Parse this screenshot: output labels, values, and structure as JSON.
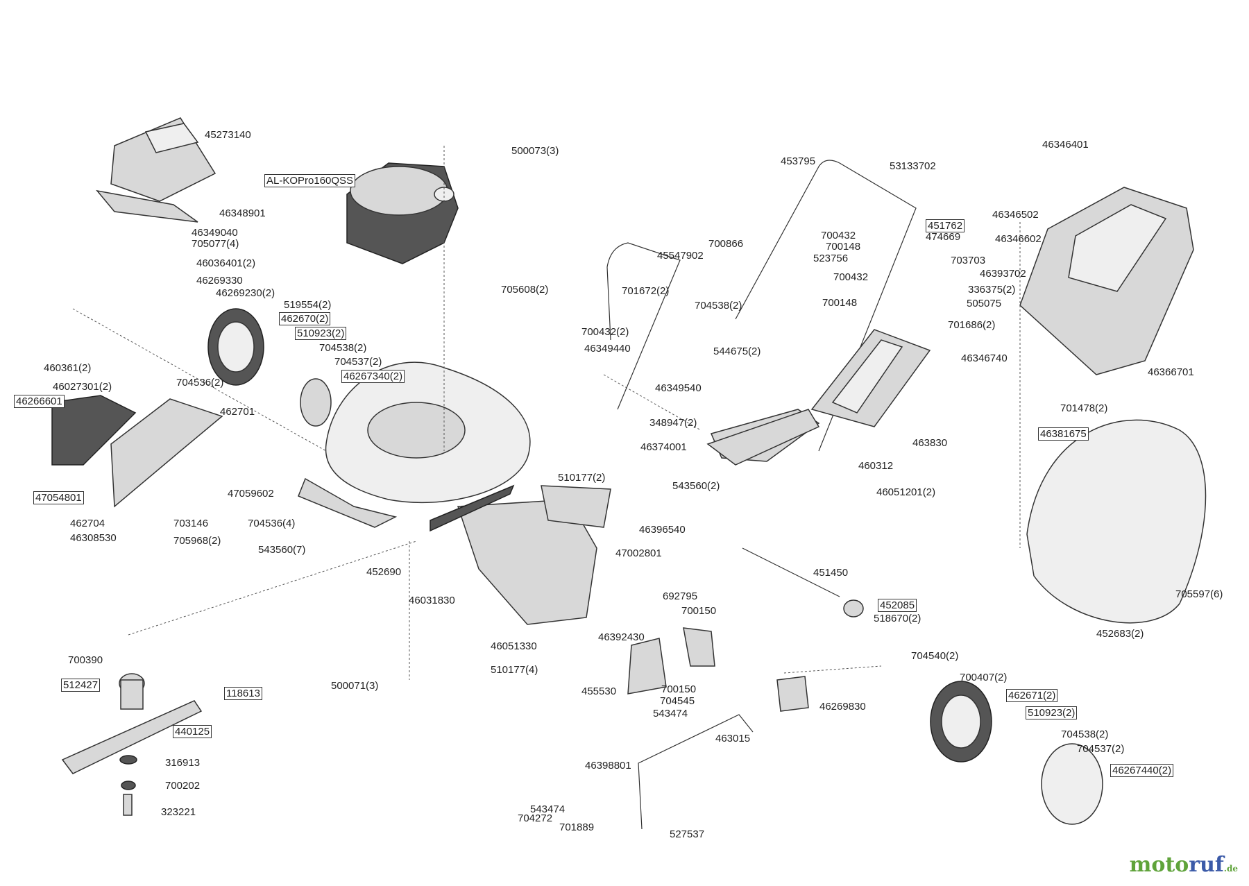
{
  "parts": [
    {
      "id": "p01",
      "text": "45273140"
    },
    {
      "id": "p02",
      "text": "AL-KOPro160QSS",
      "boxed": true
    },
    {
      "id": "p03",
      "text": "500073(3)"
    },
    {
      "id": "p04",
      "text": "46348901"
    },
    {
      "id": "p05",
      "text": "46349040"
    },
    {
      "id": "p06",
      "text": "705077(4)"
    },
    {
      "id": "p07",
      "text": "46036401(2)"
    },
    {
      "id": "p08",
      "text": "46269330"
    },
    {
      "id": "p09",
      "text": "46269230(2)"
    },
    {
      "id": "p10",
      "text": "519554(2)"
    },
    {
      "id": "p11",
      "text": "462670(2)",
      "boxed": true
    },
    {
      "id": "p12",
      "text": "510923(2)",
      "boxed": true
    },
    {
      "id": "p13",
      "text": "704538(2)"
    },
    {
      "id": "p14",
      "text": "704537(2)"
    },
    {
      "id": "p15",
      "text": "46267340(2)",
      "boxed": true
    },
    {
      "id": "p16",
      "text": "460361(2)"
    },
    {
      "id": "p17",
      "text": "46027301(2)"
    },
    {
      "id": "p18",
      "text": "704536(2)"
    },
    {
      "id": "p19",
      "text": "46266601",
      "boxed": true
    },
    {
      "id": "p20",
      "text": "462701"
    },
    {
      "id": "p21",
      "text": "47054801",
      "boxed": true
    },
    {
      "id": "p22",
      "text": "462704"
    },
    {
      "id": "p23",
      "text": "46308530"
    },
    {
      "id": "p24",
      "text": "703146"
    },
    {
      "id": "p25",
      "text": "705968(2)"
    },
    {
      "id": "p26",
      "text": "47059602"
    },
    {
      "id": "p27",
      "text": "704536(4)"
    },
    {
      "id": "p28",
      "text": "543560(7)"
    },
    {
      "id": "p29",
      "text": "452690"
    },
    {
      "id": "p30",
      "text": "510177(2)"
    },
    {
      "id": "p31",
      "text": "543560(2)"
    },
    {
      "id": "p32",
      "text": "46396540"
    },
    {
      "id": "p33",
      "text": "47002801"
    },
    {
      "id": "p34",
      "text": "46031830"
    },
    {
      "id": "p35",
      "text": "46051330"
    },
    {
      "id": "p36",
      "text": "46392430"
    },
    {
      "id": "p37",
      "text": "510177(4)"
    },
    {
      "id": "p38",
      "text": "500071(3)"
    },
    {
      "id": "p39",
      "text": "700390"
    },
    {
      "id": "p40",
      "text": "512427",
      "boxed": true
    },
    {
      "id": "p41",
      "text": "118613",
      "boxed": true
    },
    {
      "id": "p42",
      "text": "440125",
      "boxed": true
    },
    {
      "id": "p43",
      "text": "316913"
    },
    {
      "id": "p44",
      "text": "700202"
    },
    {
      "id": "p45",
      "text": "323221"
    },
    {
      "id": "p46",
      "text": "45547902"
    },
    {
      "id": "p47",
      "text": "705608(2)"
    },
    {
      "id": "p48",
      "text": "701672(2)"
    },
    {
      "id": "p49",
      "text": "704538(2)"
    },
    {
      "id": "p50",
      "text": "700432(2)"
    },
    {
      "id": "p51",
      "text": "46349440"
    },
    {
      "id": "p52",
      "text": "544675(2)"
    },
    {
      "id": "p53",
      "text": "46349540"
    },
    {
      "id": "p54",
      "text": "348947(2)"
    },
    {
      "id": "p55",
      "text": "46374001"
    },
    {
      "id": "p56",
      "text": "453795"
    },
    {
      "id": "p57",
      "text": "53133702"
    },
    {
      "id": "p58",
      "text": "700866"
    },
    {
      "id": "p59",
      "text": "700432"
    },
    {
      "id": "p60",
      "text": "700148"
    },
    {
      "id": "p61",
      "text": "451762",
      "boxed": true
    },
    {
      "id": "p62",
      "text": "474669"
    },
    {
      "id": "p63",
      "text": "523756"
    },
    {
      "id": "p64",
      "text": "703703"
    },
    {
      "id": "p65",
      "text": "700432"
    },
    {
      "id": "p66",
      "text": "700148"
    },
    {
      "id": "p67",
      "text": "46346740"
    },
    {
      "id": "p68",
      "text": "463830"
    },
    {
      "id": "p69",
      "text": "460312"
    },
    {
      "id": "p70",
      "text": "46051201(2)"
    },
    {
      "id": "p71",
      "text": "46346401"
    },
    {
      "id": "p72",
      "text": "46346502"
    },
    {
      "id": "p73",
      "text": "46346602"
    },
    {
      "id": "p74",
      "text": "46393702"
    },
    {
      "id": "p75",
      "text": "336375(2)"
    },
    {
      "id": "p76",
      "text": "505075"
    },
    {
      "id": "p77",
      "text": "701686(2)"
    },
    {
      "id": "p78",
      "text": "46366701"
    },
    {
      "id": "p79",
      "text": "701478(2)"
    },
    {
      "id": "p80",
      "text": "46381675",
      "boxed": true
    },
    {
      "id": "p81",
      "text": "451450"
    },
    {
      "id": "p82",
      "text": "452085",
      "boxed": true
    },
    {
      "id": "p83",
      "text": "518670(2)"
    },
    {
      "id": "p84",
      "text": "692795"
    },
    {
      "id": "p85",
      "text": "700150"
    },
    {
      "id": "p86",
      "text": "705597(6)"
    },
    {
      "id": "p87",
      "text": "452683(2)"
    },
    {
      "id": "p88",
      "text": "704540(2)"
    },
    {
      "id": "p89",
      "text": "700407(2)"
    },
    {
      "id": "p90",
      "text": "462671(2)",
      "boxed": true
    },
    {
      "id": "p91",
      "text": "510923(2)",
      "boxed": true
    },
    {
      "id": "p92",
      "text": "455530"
    },
    {
      "id": "p93",
      "text": "700150"
    },
    {
      "id": "p94",
      "text": "704545"
    },
    {
      "id": "p95",
      "text": "543474"
    },
    {
      "id": "p96",
      "text": "46269830"
    },
    {
      "id": "p97",
      "text": "704538(2)"
    },
    {
      "id": "p98",
      "text": "704537(2)"
    },
    {
      "id": "p99",
      "text": "46267440(2)",
      "boxed": true
    },
    {
      "id": "p100",
      "text": "463015"
    },
    {
      "id": "p101",
      "text": "46398801"
    },
    {
      "id": "p102",
      "text": "543474"
    },
    {
      "id": "p103",
      "text": "704272"
    },
    {
      "id": "p104",
      "text": "701889"
    },
    {
      "id": "p105",
      "text": "527537"
    }
  ],
  "brand": {
    "logo_a": "moto",
    "logo_b": "ruf",
    "logo_c": ".de"
  },
  "colors": {
    "lines": "#333333",
    "fill": "#d8d8d8",
    "logo_green": "#5fa33a",
    "logo_blue": "#3b5aa8"
  }
}
